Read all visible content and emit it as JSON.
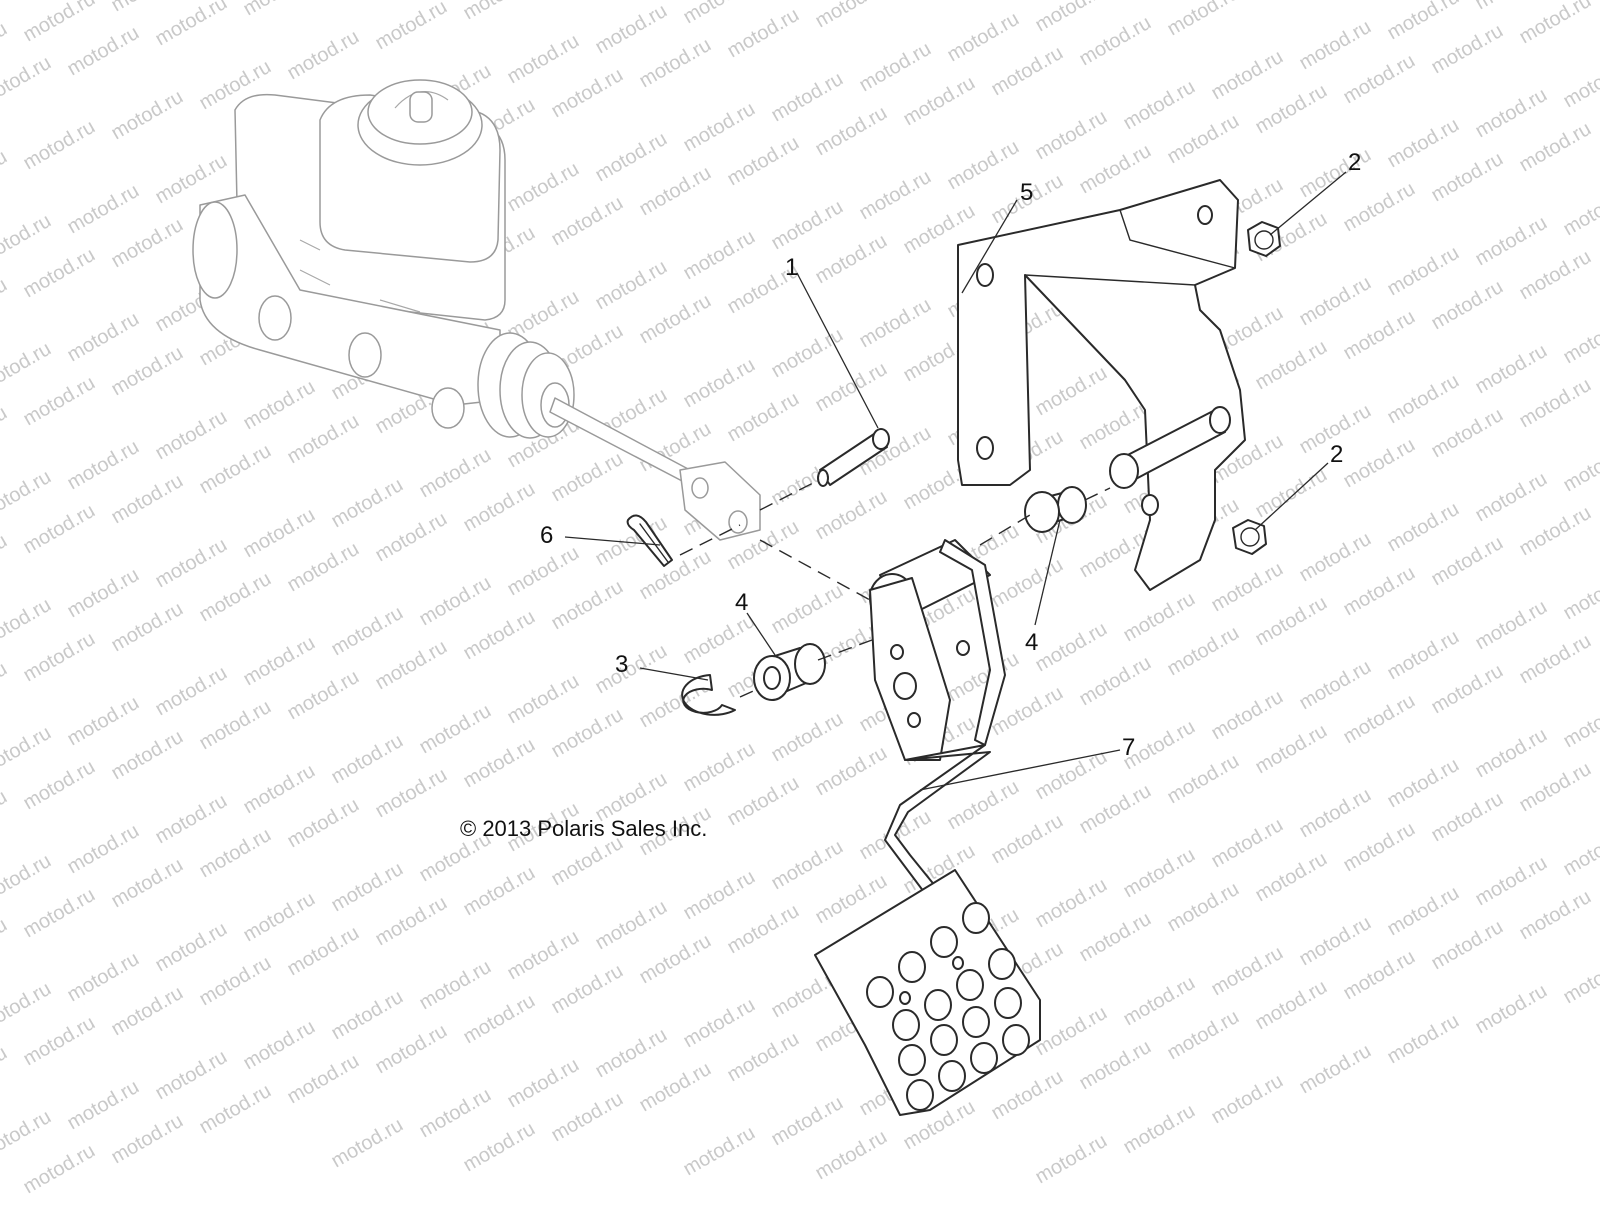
{
  "watermark": {
    "text": "motod.ru"
  },
  "copyright": "© 2013 Polaris Sales Inc.",
  "callouts": [
    {
      "id": "1",
      "label": "1"
    },
    {
      "id": "2a",
      "label": "2"
    },
    {
      "id": "2b",
      "label": "2"
    },
    {
      "id": "3",
      "label": "3"
    },
    {
      "id": "4a",
      "label": "4"
    },
    {
      "id": "4b",
      "label": "4"
    },
    {
      "id": "5",
      "label": "5"
    },
    {
      "id": "6",
      "label": "6"
    },
    {
      "id": "7",
      "label": "7"
    }
  ]
}
